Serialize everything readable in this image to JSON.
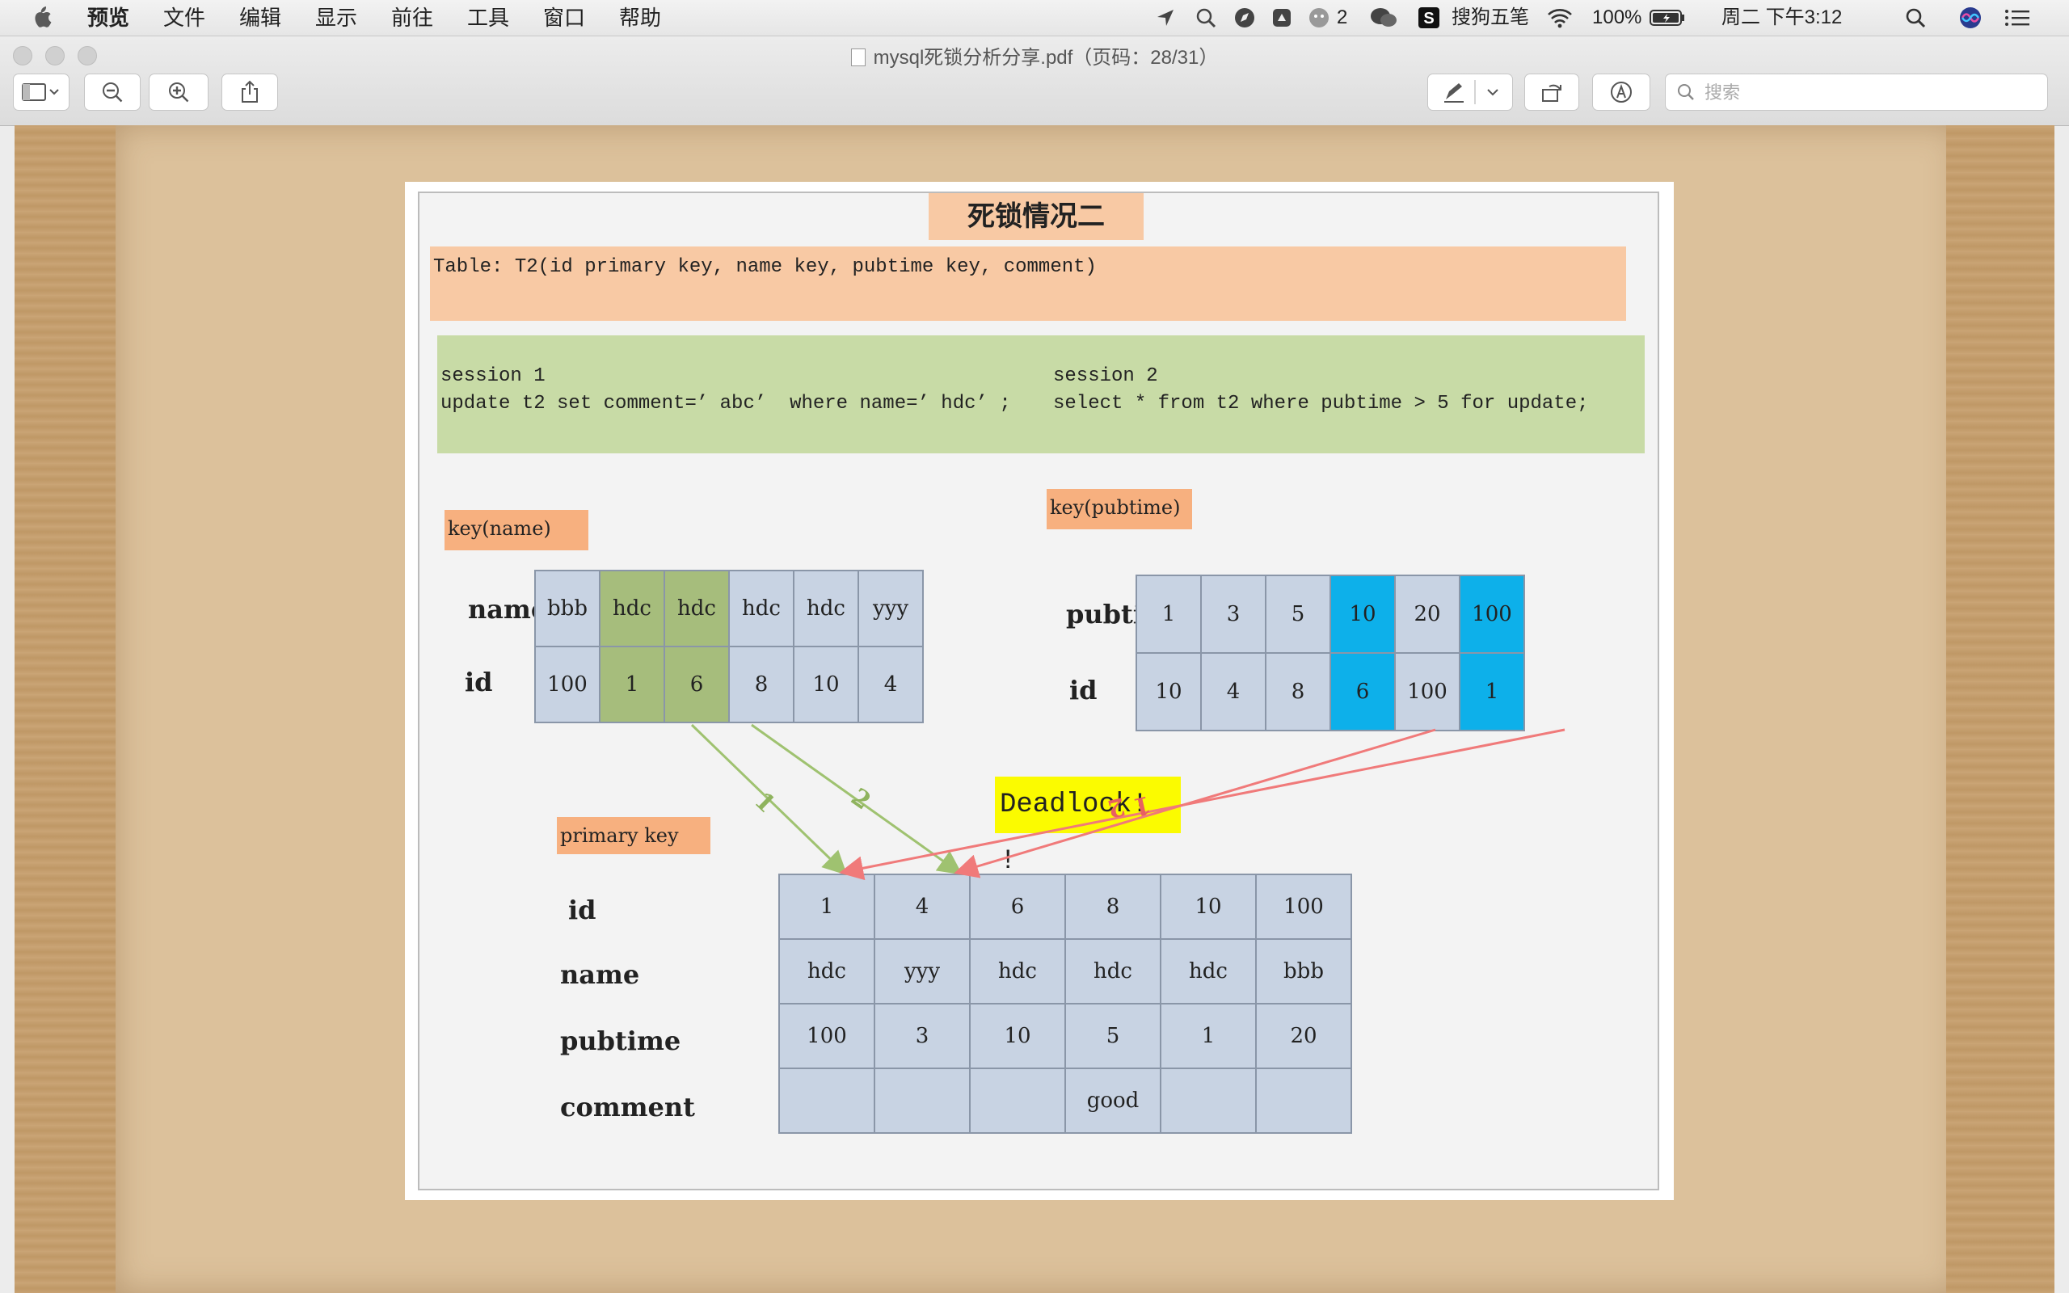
{
  "menubar": {
    "app_name": "预览",
    "menus": [
      "文件",
      "编辑",
      "显示",
      "前往",
      "工具",
      "窗口",
      "帮助"
    ],
    "notification_count": "2",
    "input_method": "搜狗五笔",
    "battery": "100%",
    "clock": "周二 下午3:12"
  },
  "window": {
    "title": "mysql死锁分析分享.pdf（页码：28/31）",
    "search_placeholder": "搜索"
  },
  "slide": {
    "title": "死锁情况二",
    "table_def": "Table: T2(id primary key, name key, pubtime key, comment)",
    "session1": {
      "label": "session 1",
      "sql": "update t2 set comment=’ abc’  where name=’ hdc’ ;"
    },
    "session2": {
      "label": "session 2",
      "sql": "select * from t2 where pubtime > 5 for update;"
    },
    "key_name_label": "key(name)",
    "key_pubtime_label": "key(pubtime)",
    "primary_key_label": "primary key",
    "deadlock_text": "Deadlock! !",
    "key_name": {
      "row_labels": [
        "name",
        "id"
      ],
      "names": [
        "bbb",
        "hdc",
        "hdc",
        "hdc",
        "hdc",
        "yyy"
      ],
      "ids": [
        "100",
        "1",
        "6",
        "8",
        "10",
        "4"
      ]
    },
    "key_pubtime": {
      "row_labels": [
        "pubtime",
        "id"
      ],
      "pubtimes": [
        "1",
        "3",
        "5",
        "10",
        "20",
        "100"
      ],
      "ids": [
        "10",
        "4",
        "8",
        "6",
        "100",
        "1"
      ]
    },
    "primary": {
      "row_labels": [
        "id",
        "name",
        "pubtime",
        "comment"
      ],
      "ids": [
        "1",
        "4",
        "6",
        "8",
        "10",
        "100"
      ],
      "names": [
        "hdc",
        "yyy",
        "hdc",
        "hdc",
        "hdc",
        "bbb"
      ],
      "pubtimes": [
        "100",
        "3",
        "10",
        "5",
        "1",
        "20"
      ],
      "comments": [
        "",
        "",
        "",
        "good",
        "",
        ""
      ]
    },
    "arrow_labels": {
      "a1": "1",
      "a2": "2",
      "b1": "1",
      "b2": "2"
    },
    "colors": {
      "green_lock": "#a6bd7c",
      "blue_lock": "#0db0ea",
      "green_arrow": "#9fc270",
      "red_arrow": "#f07a7a"
    }
  }
}
